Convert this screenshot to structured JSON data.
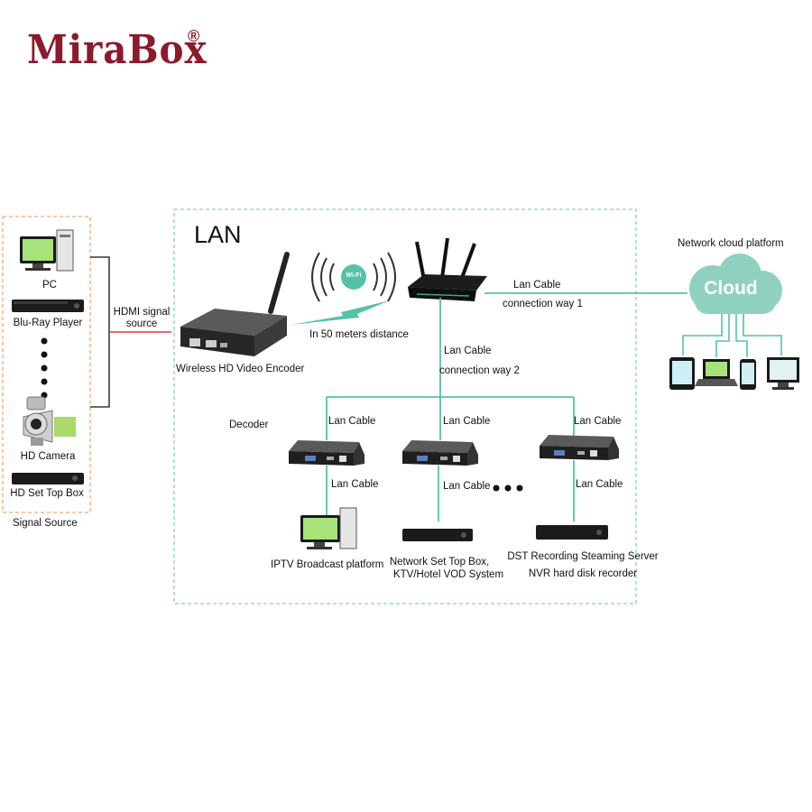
{
  "brand": {
    "name": "MiraBox",
    "registered": "®"
  },
  "colors": {
    "brand": "#8a1a2c",
    "lan_cable": "#55c2a8",
    "hdmi_cable": "#e23a3a",
    "cloud": "#8fd0c1",
    "cloud_text": "#ffffff",
    "dash_orange": "#f2a873",
    "dash_teal": "#87d1c4"
  },
  "source_group": {
    "items": [
      "PC",
      "Blu-Ray Player",
      "HD Camera",
      "HD Set Top Box"
    ],
    "title": "Signal Source"
  },
  "hdmi_link": {
    "line1": "HDMI signal",
    "line2": "source"
  },
  "lan": {
    "title": "LAN",
    "encoder": "Wireless HD Video Encoder",
    "wireless_distance": "In 50 meters distance",
    "wifi_badge": "Wi-Fi",
    "way1": {
      "cable": "Lan Cable",
      "name": "connection way 1"
    },
    "way2": {
      "cable": "Lan Cable",
      "name": "connection way 2"
    },
    "decoder_label": "Decoder",
    "decoders": [
      {
        "cable_top": "Lan Cable",
        "cable_bottom": "Lan Cable",
        "device_line1": "IPTV Broadcast platform",
        "device_line2": ""
      },
      {
        "cable_top": "Lan Cable",
        "cable_bottom": "Lan Cable",
        "device_line1": "Network Set Top Box,",
        "device_line2": "KTV/Hotel VOD System"
      },
      {
        "cable_top": "Lan Cable",
        "cable_bottom": "Lan Cable",
        "device_line1": "DST Recording Steaming Server",
        "device_line2": "NVR hard disk recorder"
      }
    ]
  },
  "cloud": {
    "title": "Network cloud platform",
    "label": "Cloud"
  }
}
